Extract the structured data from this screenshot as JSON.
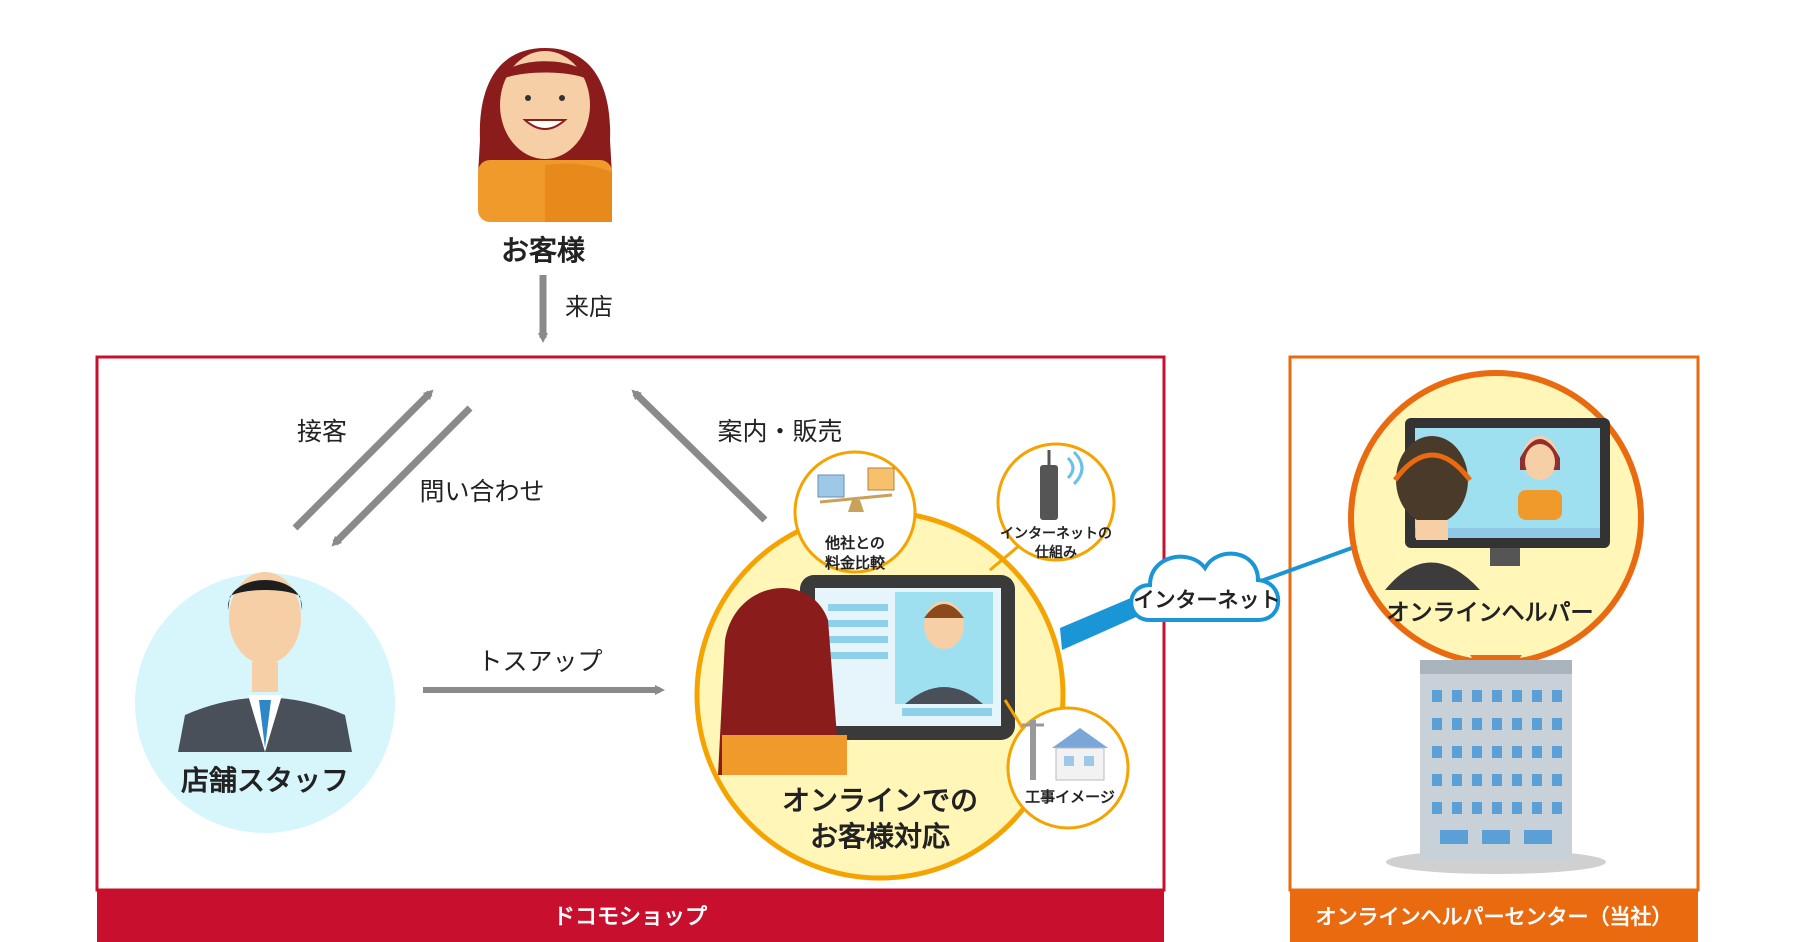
{
  "labels": {
    "customer": "お客様",
    "visit": "来店",
    "reception": "接客",
    "inquiry": "問い合わせ",
    "guidance_sales": "案内・販売",
    "toss_up": "トスアップ",
    "store_staff": "店舗スタッフ",
    "online_service_line1": "オンラインでの",
    "online_service_line2": "お客様対応",
    "comparison_line1": "他社との",
    "comparison_line2": "料金比較",
    "internet_mech_line1": "インターネットの",
    "internet_mech_line2": "仕組み",
    "construction": "工事イメージ",
    "internet_cloud": "インターネット",
    "online_helper": "オンラインヘルパー",
    "docomo_shop": "ドコモショップ",
    "helper_center": "オンラインヘルパーセンター（当社）"
  },
  "colors": {
    "docomo_red": "#c8102e",
    "center_orange": "#ea6a10",
    "arrow_gray": "#8a8a8a",
    "bubble_yellow": "#fff6b8",
    "bubble_border": "#f5a300",
    "staff_circle": "#d6f6fb",
    "cloud_blue": "#1a96d6",
    "hair": "#8b1c1c",
    "skin": "#f6cfa7",
    "shirt_orange": "#f09a2b"
  }
}
